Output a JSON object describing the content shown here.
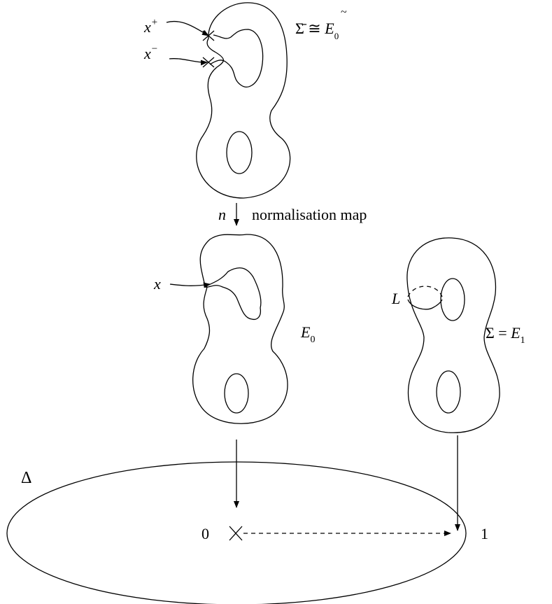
{
  "top_surface": {
    "label": "Σ̄ ≅ Ẽ₀",
    "label_main": "Σ̄ ≅ ",
    "label_e": "E",
    "label_tilde": "~",
    "label_sub": "0",
    "point_plus": {
      "base": "x",
      "sup": "+"
    },
    "point_minus": {
      "base": "x",
      "sup": "−"
    }
  },
  "normalisation": {
    "map_symbol": "n",
    "text": "normalisation map"
  },
  "middle_left_surface": {
    "point": "x",
    "label_base": "E",
    "label_sub": "0"
  },
  "middle_right_surface": {
    "loop_label": "L",
    "label_prefix": "Σ = ",
    "label_base": "E",
    "label_sub": "1"
  },
  "disk": {
    "label": "Δ",
    "point0": "0",
    "point1": "1"
  }
}
